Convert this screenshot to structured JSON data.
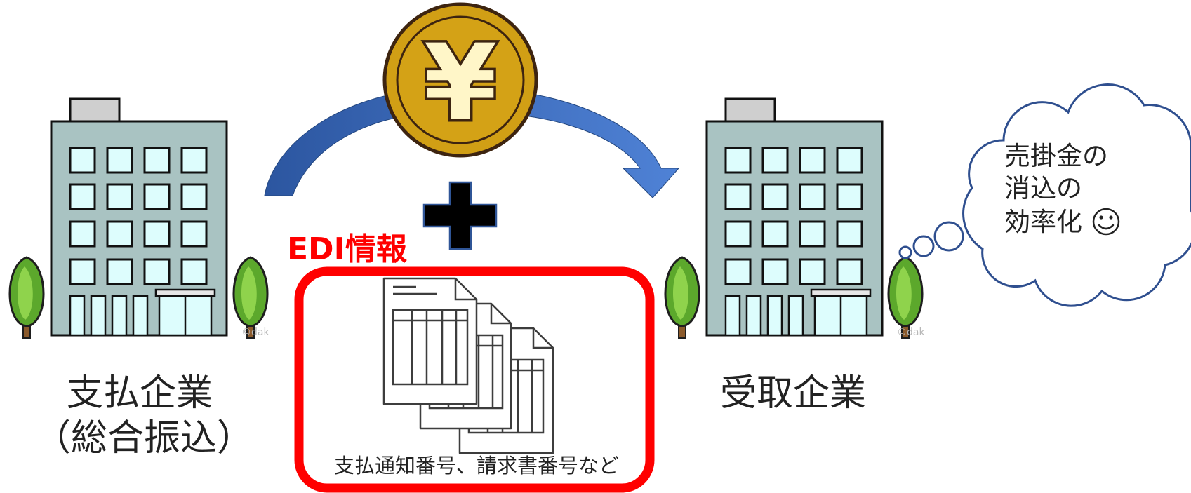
{
  "payer": {
    "name": "支払企業",
    "note": "（総合振込）",
    "icon": "office-building-icon"
  },
  "payee": {
    "name": "受取企業",
    "icon": "office-building-icon"
  },
  "transfer": {
    "coin_symbol": "¥",
    "coin_icon": "yen-coin-icon",
    "arrow_icon": "curved-arrow-icon",
    "plus_icon": "plus-icon"
  },
  "edi": {
    "title": "EDI情報",
    "detail": "支払通知番号、請求書番号など",
    "icon": "documents-icon"
  },
  "thought": {
    "lines": [
      "売掛金の",
      "消込の",
      "効率化"
    ],
    "emoji_icon": "smiley-icon",
    "bubble_icon": "thought-cloud-icon"
  },
  "watermark": "©dak",
  "colors": {
    "edi_red": "#ff0000",
    "arrow_blue": "#3a6bc0",
    "coin_gold": "#d19f15",
    "building_body": "#a9c3c2",
    "window": "#ddfdfd",
    "tree_green": "#5ca82c"
  }
}
